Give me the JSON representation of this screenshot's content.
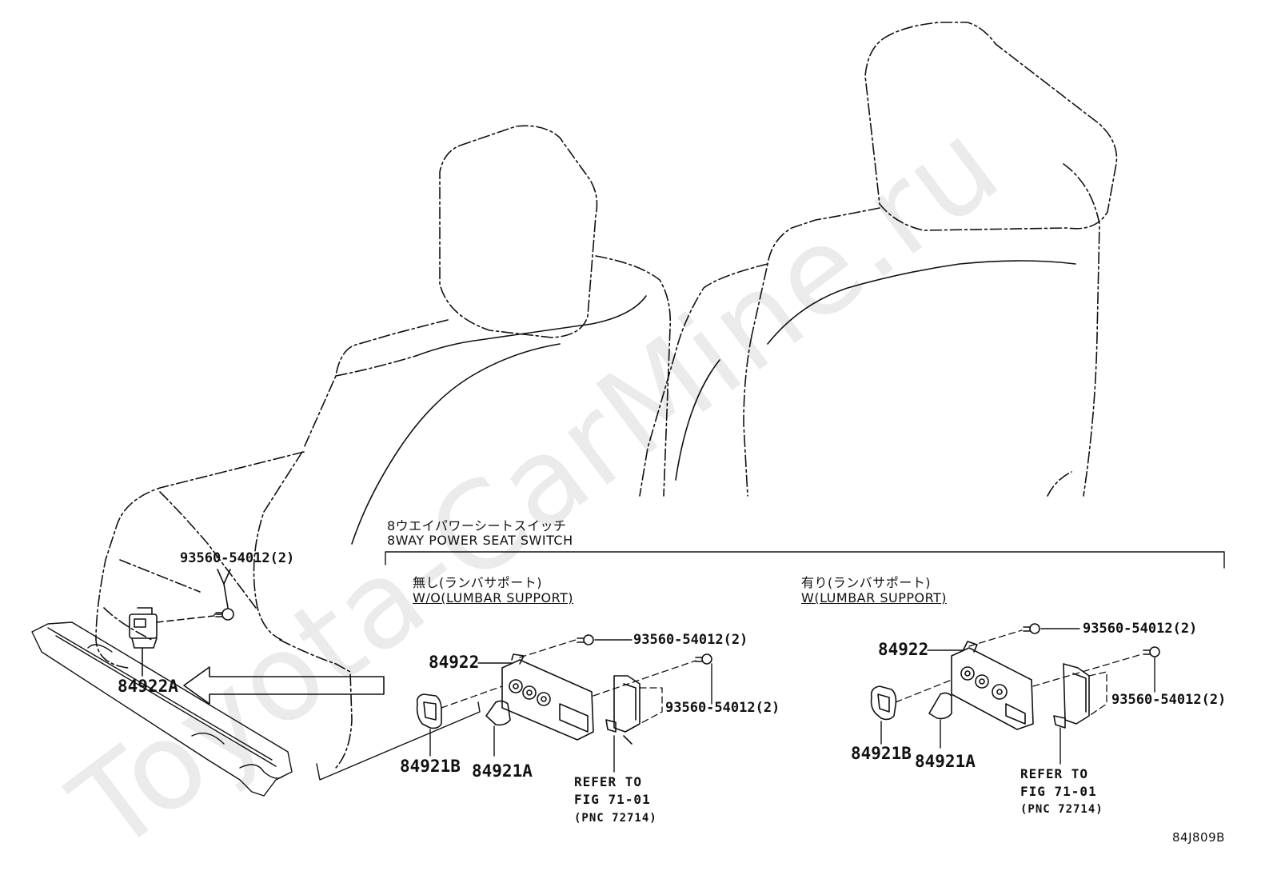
{
  "diagram": {
    "watermark": "Toyota-CarMine.ru",
    "figure_code": "84J809B",
    "section": {
      "title_jp": "8ウエイパワーシートスイッチ",
      "title_en": "8WAY POWER SEAT SWITCH"
    },
    "seat_callouts": {
      "screw": "93560-54012(2)",
      "switch_assy": "84922A"
    },
    "variant_without": {
      "title_jp": "無し(ランバサポート)",
      "title_en": "W/O(LUMBAR SUPPORT)",
      "switch": "84922",
      "knob_b": "84921B",
      "knob_a": "84921A",
      "screw_top": "93560-54012(2)",
      "screw_side": "93560-54012(2)",
      "refer_line1": "REFER TO",
      "refer_line2": "FIG 71-01",
      "refer_line3": "(PNC 72714)"
    },
    "variant_with": {
      "title_jp": "有り(ランバサポート)",
      "title_en": "W(LUMBAR SUPPORT)",
      "switch": "84922",
      "knob_b": "84921B",
      "knob_a": "84921A",
      "screw_top": "93560-54012(2)",
      "screw_side": "93560-54012(2)",
      "refer_line1": "REFER TO",
      "refer_line2": "FIG 71-01",
      "refer_line3": "(PNC 72714)"
    }
  }
}
